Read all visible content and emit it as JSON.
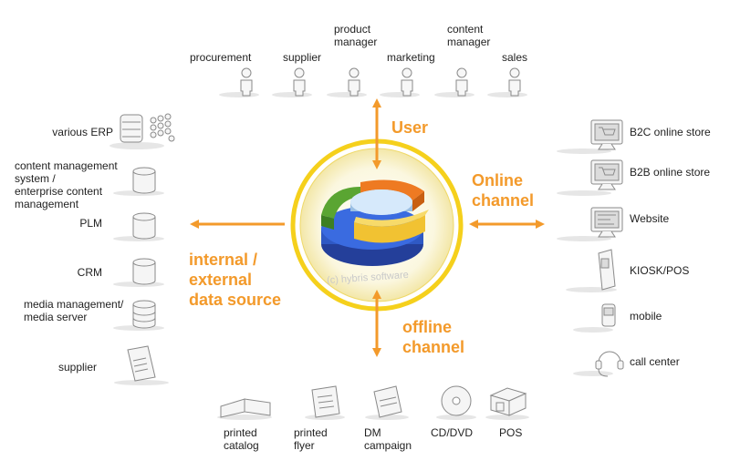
{
  "colors": {
    "accent": "#f39a2b",
    "ring": "#f5d01c",
    "green": "#5aa532",
    "blue": "#2f59c4",
    "yellow": "#f1c232",
    "orange": "#ee7a22"
  },
  "top": {
    "roles": [
      "procurement",
      "supplier",
      "product\nmanager",
      "marketing",
      "content\nmanager",
      "sales"
    ],
    "heading": "User"
  },
  "left": {
    "heading": "internal /\nexternal\ndata source",
    "items": [
      "various ERP",
      "content management\nsystem /\nenterprise content\nmanagement",
      "PLM",
      "CRM",
      "media management/\nmedia server",
      "supplier"
    ]
  },
  "right": {
    "heading": "Online\nchannel",
    "items": [
      "B2C online store",
      "B2B online store",
      "Website",
      "KIOSK/POS",
      "mobile",
      "call center"
    ]
  },
  "bottom": {
    "heading": "offline\nchannel",
    "items": [
      "printed\ncatalog",
      "printed\nflyer",
      "DM\ncampaign",
      "CD/DVD",
      "POS"
    ]
  },
  "center": {
    "watermark": "(c) hybris software"
  }
}
